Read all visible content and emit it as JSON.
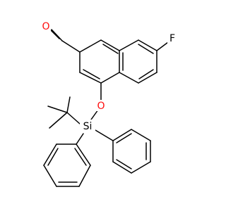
{
  "atoms": {
    "oxygen_carbonyl": {
      "symbol": "O",
      "color": "#ff0d0d"
    },
    "oxygen_ether": {
      "symbol": "O",
      "color": "#ff0d0d"
    },
    "fluorine": {
      "symbol": "F",
      "color": "#000000"
    },
    "silicon": {
      "symbol": "Si",
      "color": "#000000"
    }
  },
  "colors": {
    "bond": "#000000",
    "oxygen": "#ff0d0d",
    "background": "#ffffff"
  }
}
